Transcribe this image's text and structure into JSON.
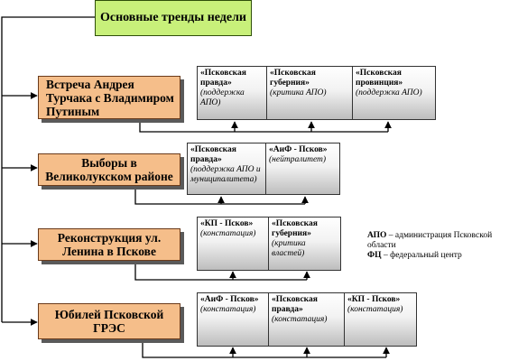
{
  "title": "Основные тренды недели",
  "topics": [
    {
      "label": "Встреча Андрея Турчака с Владимиром Путиным",
      "sources": [
        {
          "name": "«Псковская правда»",
          "note": "(поддержка АПО)"
        },
        {
          "name": "«Псковская губерния»",
          "note": "(критика АПО)"
        },
        {
          "name": "«Псковская провинция»",
          "note": "(поддержка АПО)"
        }
      ]
    },
    {
      "label": "Выборы в Великолукском районе",
      "sources": [
        {
          "name": "«Псковская правда»",
          "note": "(поддержка АПО и муниципалитета)"
        },
        {
          "name": "«АиФ - Псков»",
          "note": "(нейтралитет)"
        }
      ]
    },
    {
      "label": "Реконструкция ул. Ленина в Пскове",
      "sources": [
        {
          "name": "«КП - Псков»",
          "note": "(констатация)"
        },
        {
          "name": "«Псковская губерния»",
          "note": "(критика властей)"
        }
      ]
    },
    {
      "label": "Юбилей Псковской ГРЭС",
      "sources": [
        {
          "name": "«АиФ - Псков»",
          "note": "(констатация)"
        },
        {
          "name": "«Псковская правда»",
          "note": "(констатация)"
        },
        {
          "name": "«КП - Псков»",
          "note": "(констатация)"
        }
      ]
    }
  ],
  "legend": [
    {
      "abbr": "АПО",
      "text": " – администрация Псковской области"
    },
    {
      "abbr": "ФЦ",
      "text": " – федеральный центр"
    }
  ]
}
